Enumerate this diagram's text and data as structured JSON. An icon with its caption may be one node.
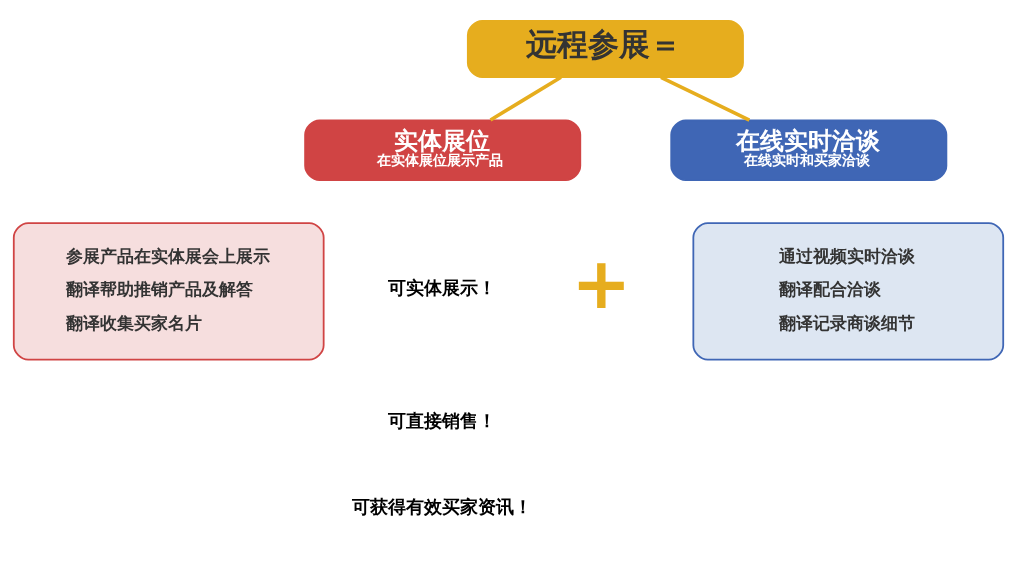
{
  "diagram": {
    "nodes": [
      {
        "text": [
          "远程参展＝"
        ]
      },
      {
        "text": [
          "实体展位",
          "在实体展位展示产品"
        ]
      },
      {
        "text": [
          "在线实时洽谈",
          "在线实时和买家洽谈"
        ]
      },
      {
        "text": [
          "参展产品在实体展会上展示",
          "翻译帮助推销产品及解答",
          "翻译收集买家名片"
        ]
      },
      {
        "text": [
          "通过视频实时洽谈",
          "翻译配合洽谈",
          "翻译记录商谈细节"
        ]
      }
    ],
    "edges": [
      {
        "from": 0,
        "to": 1,
        "arrow": "none"
      },
      {
        "from": 0,
        "to": 2,
        "arrow": "none"
      }
    ],
    "labels": [
      "可实体展示！",
      "可直接销售！",
      "可获得有效买家资讯！",
      "+"
    ]
  }
}
